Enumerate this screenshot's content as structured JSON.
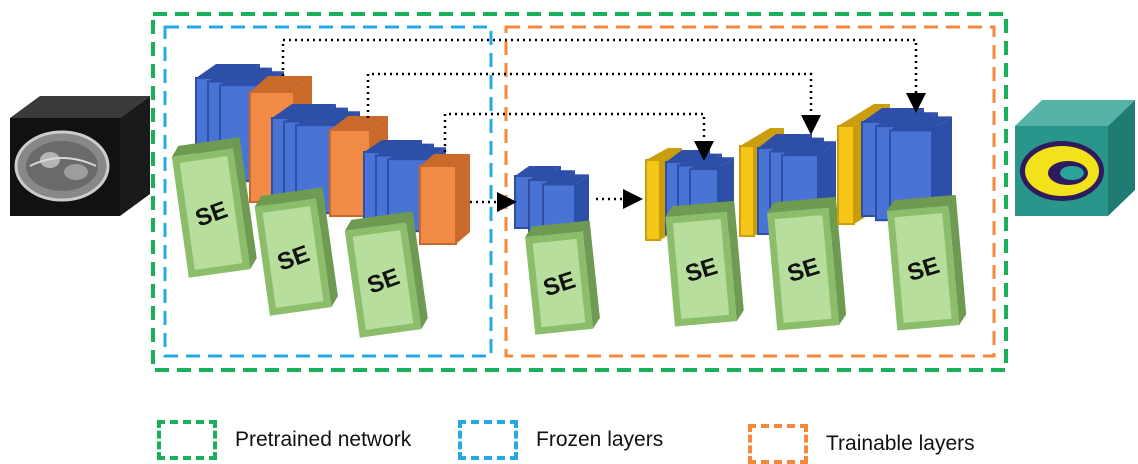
{
  "legend": [
    {
      "label": "Pretrained network",
      "color": "#19b25a"
    },
    {
      "label": "Frozen layers",
      "color": "#25a9e6"
    },
    {
      "label": "Trainable layers",
      "color": "#f5883b"
    }
  ],
  "blocks": {
    "se_label": "SE"
  },
  "colors": {
    "conv": "#4a73d6",
    "conv_side": "#2d4fa8",
    "pool": "#f08a45",
    "pool_side": "#c9692a",
    "upsample": "#f5c518",
    "upsample_side": "#c99d0c",
    "se_face": "#b7de9c",
    "se_frame": "#8cbd6b",
    "se_side": "#6e9a52"
  },
  "input_icon": "brain-mri-slice",
  "output_icon": "brain-segmentation-map"
}
